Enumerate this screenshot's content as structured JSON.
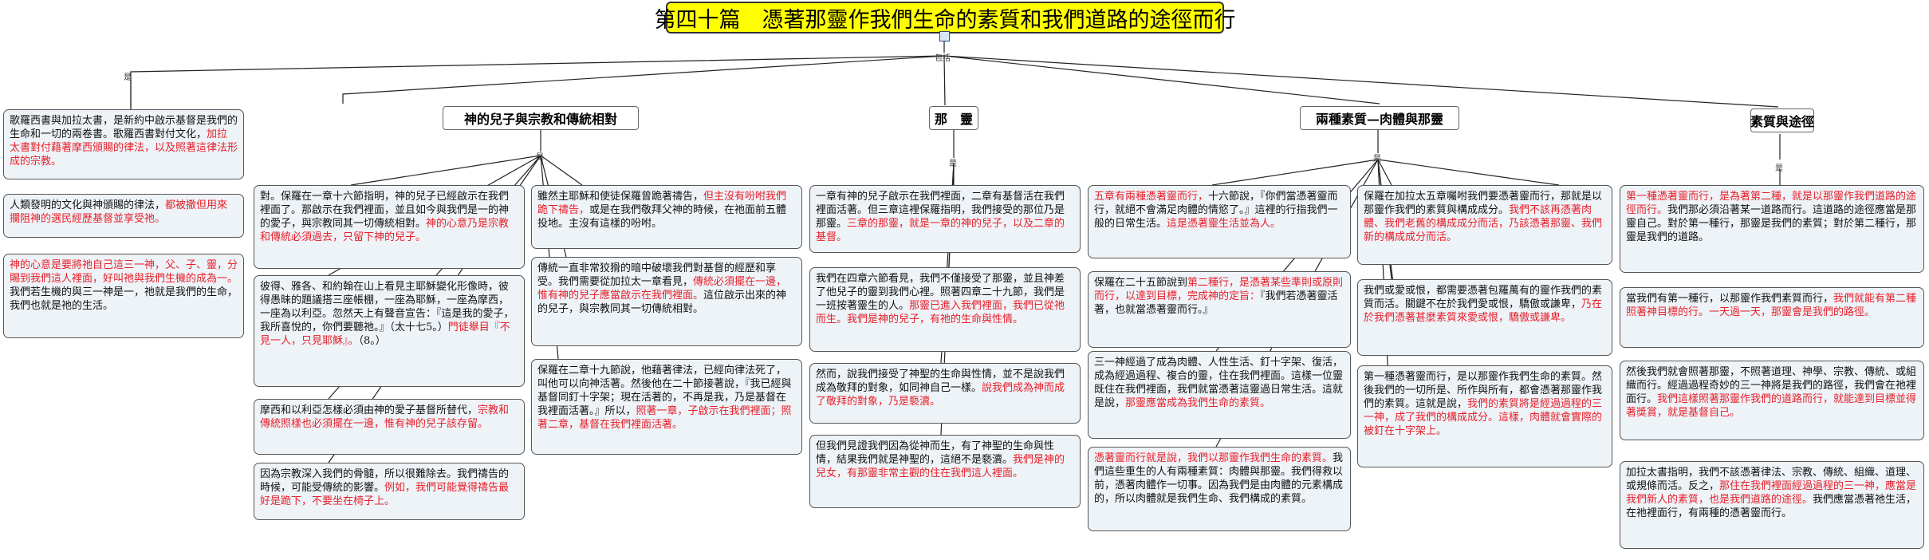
{
  "title": "第四十篇　憑著那靈作我們生命的素質和我們道路的途徑而行",
  "connector_label": "包括",
  "branch_label": "是",
  "categories": [
    "神的兒子與宗教和傳統相對",
    "那　靈",
    "兩種素質—肉體與那靈",
    "素質與途徑"
  ],
  "left_cards": [
    [
      {
        "t": "歌羅西書與加拉太書，是新約中啟示基督是我們的生命和一切的兩卷書。歌羅西書對付文化，"
      },
      {
        "t": "加拉太書對付藉著摩西頒賜的律法，以及照著這律法形成的宗教。",
        "r": true
      }
    ],
    [
      {
        "t": "人類發明的文化與神頒賜的律法，"
      },
      {
        "t": "都被撒但用來攔阻神的選民經歷基督並享受祂。",
        "r": true
      }
    ],
    [
      {
        "t": "神的心意是要將祂自己這三一神，父、子、靈，分賜到我們這人裡面，好叫祂與我們生機的成為一。",
        "r": true
      },
      {
        "t": "我們若生機的與三一神是一，祂就是我們的生命，我們也就是祂的生活。"
      }
    ]
  ],
  "cat1_cards": [
    [
      {
        "t": "對。保羅在一章十六節指明，神的兒子已經啟示在我們裡面了。那啟示在我們裡面，並且如今與我們是一的神的愛子，與宗教同其一切傳統相對。"
      },
      {
        "t": "神的心意乃是宗教和傳統必須過去，只留下神的兒子。",
        "r": true
      }
    ],
    [
      {
        "t": "彼得、雅各、和約翰在山上看見主耶穌變化形像時，彼得愚昧的題議搭三座帳棚，一座為耶穌，一座為摩西，一座為以利亞。忽然天上有聲音宣告：『這是我的愛子，我所喜悅的，你們要聽祂。』（太十七5。）"
      },
      {
        "t": "門徒舉目『不見一人，只見耶穌』。",
        "r": true
      },
      {
        "t": "（8。）"
      }
    ],
    [
      {
        "t": "摩西和以利亞怎樣必須由神的愛子基督所替代，"
      },
      {
        "t": "宗教和傳統照樣也必須擺在一邊，惟有神的兒子該存留。",
        "r": true
      }
    ],
    [
      {
        "t": "因為宗教深入我們的骨髓，所以很難除去。我們禱告的時候，可能受傳統的影響。"
      },
      {
        "t": "例如，我們可能覺得禱告最好是跪下，不要坐在椅子上。",
        "r": true
      }
    ],
    [
      {
        "t": "雖然主耶穌和使徒保羅曾跪著禱告，"
      },
      {
        "t": "但主沒有吩咐我們跪下禱告，",
        "r": true
      },
      {
        "t": "或是在我們敬拜父神的時候，在祂面前五體投地。主沒有這樣的吩咐。"
      }
    ],
    [
      {
        "t": "傳統一直非常狡猾的暗中破壞我們對基督的經歷和享受。我們需要從加拉太一章看見，"
      },
      {
        "t": "傳統必須擺在一邊，惟有神的兒子應當啟示在我們裡面。",
        "r": true
      },
      {
        "t": "這位啟示出來的神的兒子，與宗教同其一切傳統相對。"
      }
    ],
    [
      {
        "t": "保羅在二章十九節說，他藉著律法，已經向律法死了，叫他可以向神活著。然後他在二十節接著說，『我已經與基督同釘十字架；現在活著的，不再是我，乃是基督在我裡面活著。』所以，"
      },
      {
        "t": "照著一章，子啟示在我們裡面；照著二章，基督在我們裡面活著。",
        "r": true
      }
    ]
  ],
  "cat2_cards": [
    [
      {
        "t": "一章有神的兒子啟示在我們裡面，二章有基督活在我們裡面活著。但三章這裡保羅指明，我們接受的那位乃是那靈。"
      },
      {
        "t": "三章的那靈，就是一章的神的兒子，以及二章的基督。",
        "r": true
      }
    ],
    [
      {
        "t": "我們在四章六節看見，我們不僅接受了那靈，並且神差了他兒子的靈到我們心裡。照著四章二十九節，我們是一班按著靈生的人。"
      },
      {
        "t": "那靈已進入我們裡面，我們已從祂而生。我們是神的兒子，有祂的生命與性情。",
        "r": true
      }
    ],
    [
      {
        "t": "然而，說我們接受了神聖的生命與性情，並不是說我們成為敬拜的對象，如同神自己一樣。"
      },
      {
        "t": "說我們成為神而成了敬拜的對象，乃是褻瀆。",
        "r": true
      }
    ],
    [
      {
        "t": "但我們見證我們因為從神而生，有了神聖的生命與性情，結果我們就是神聖的，這絕不是褻瀆。"
      },
      {
        "t": "我們是神的兒女，有那靈非常主觀的住在我們這人裡面。",
        "r": true
      }
    ]
  ],
  "cat3_cards": [
    [
      {
        "t": "五章有兩種憑著靈而行，",
        "r": true
      },
      {
        "t": "十六節說，『你們當憑著靈而行，就絕不會滿足肉體的情慾了。』這裡的行指我們一般的日常生活。"
      },
      {
        "t": "這是憑著靈生活並為人。",
        "r": true
      }
    ],
    [
      {
        "t": "保羅在二十五節說到"
      },
      {
        "t": "第二種行，是憑著某些準則或原則而行，以達到目標，完成神的定旨：",
        "r": true
      },
      {
        "t": "『我們若憑著靈活著，也就當憑著靈而行。』"
      }
    ],
    [
      {
        "t": "三一神經過了成為肉體、人性生活、釘十字架、復活，成為經過過程、複合的靈，住在我們裡面。這樣一位靈既住在我們裡面，我們就當憑著這靈過日常生活。這就是說，"
      },
      {
        "t": "那靈應當成為我們生命的素質。",
        "r": true
      }
    ],
    [
      {
        "t": "憑著靈而行就是說，我們以那靈作我們生命的素質。",
        "r": true
      },
      {
        "t": "我們這些重生的人有兩種素質：肉體與那靈。我們得救以前，憑著肉體作一切事。因為我們是由肉體的元素構成的，所以肉體就是我們生命、我們構成的素質。"
      }
    ],
    [
      {
        "t": "保羅在加拉太五章囑咐我們要憑著靈而行，那就是以那靈作我們的素質與構成成分。"
      },
      {
        "t": "我們不該再憑著肉體、我們老舊的構成成分而活，乃該憑著那靈、我們新的構成成分而活。",
        "r": true
      }
    ],
    [
      {
        "t": "我們或愛或恨，都需要憑著包羅萬有的靈作我們的素質而活。關鍵不在於我們愛或恨，驕傲或謙卑，"
      },
      {
        "t": "乃在於我們憑著甚麼素質來愛或恨，驕傲或謙卑。",
        "r": true
      }
    ],
    [
      {
        "t": "第一種憑著靈而行，是以那靈作我們生命的素質。然後我們的一切所是、所作與所有，都會憑著那靈作我們的素質。這就是說，"
      },
      {
        "t": "我們的素質將是經過過程的三一神，成了我們的構成成分。這樣，肉體就會實際的被釘在十字架上。",
        "r": true
      }
    ]
  ],
  "cat4_cards": [
    [
      {
        "t": "第一種憑著靈而行，是為著第二種，就是以那靈作我們道路的途徑而行。",
        "r": true
      },
      {
        "t": "我們那必須沿著某一道路而行。這道路的途徑應當是那靈自己。對於第一種行，那靈是我們的素質；對於第二種行，那靈是我們的道路。"
      }
    ],
    [
      {
        "t": "當我們有第一種行，以那靈作我們素質而行，"
      },
      {
        "t": "我們就能有第二種照著神目標的行。一天過一天，那靈會是我們的路徑。",
        "r": true
      }
    ],
    [
      {
        "t": "然後我們就會照著那靈，不照著道理、神學、宗教、傳統、或組織而行。經過過程奇妙的三一神將是我們的路徑，我們會在祂裡面行。"
      },
      {
        "t": "我們這樣照著那靈作我們的道路而行，就能達到目標並得著獎賞，就是基督自己。",
        "r": true
      }
    ],
    [
      {
        "t": "加拉太書指明，我們不該憑著律法、宗教、傳統、組織、道理、或規條而活。反之，"
      },
      {
        "t": "那住在我們裡面經過過程的三一神，應當是我們新人的素質，也是我們道路的途徑。",
        "r": true
      },
      {
        "t": "我們應當憑著祂生活，在祂裡面行，有兩種的憑著靈而行。"
      }
    ]
  ],
  "colors": {
    "title_bg": "#ffff00",
    "card_bg": "#eef3f8",
    "accent_red": "#e8202a",
    "line": "#222222"
  }
}
